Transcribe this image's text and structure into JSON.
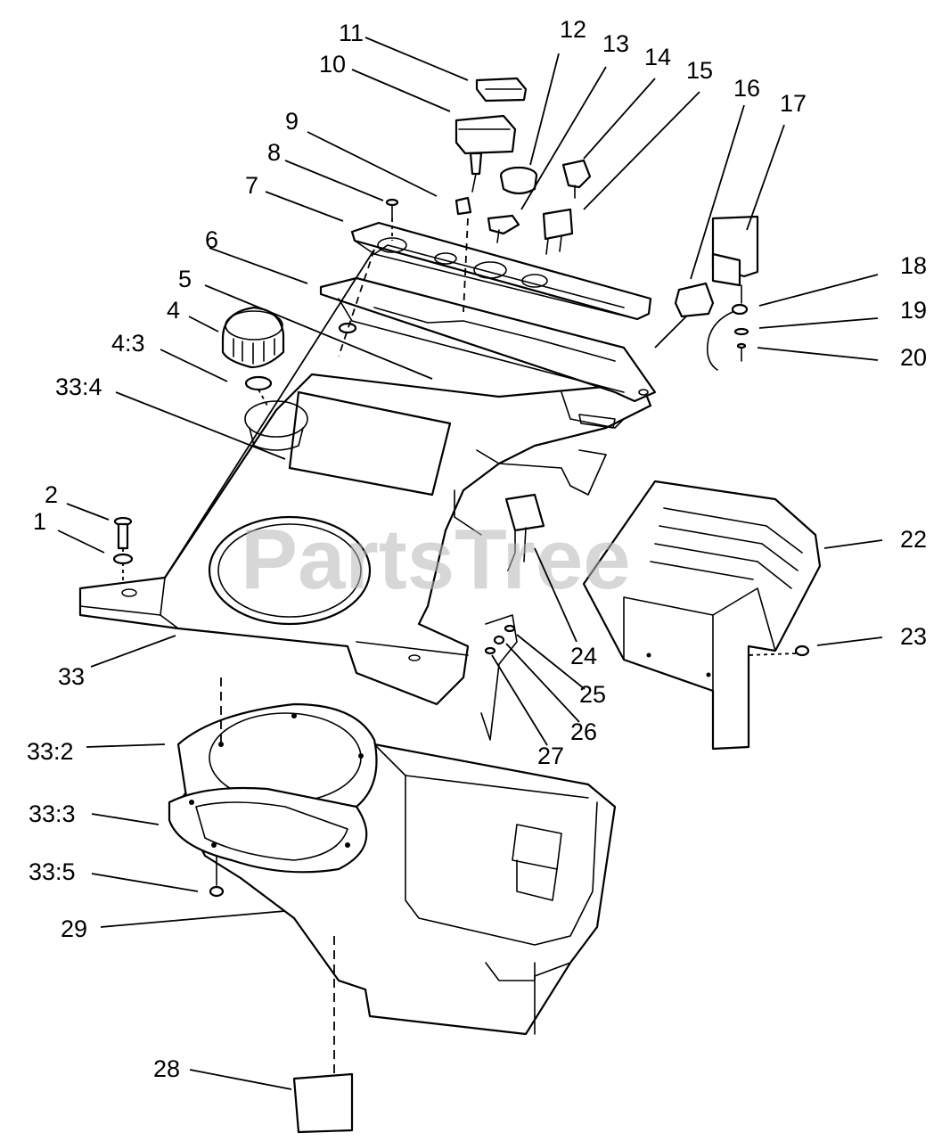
{
  "watermark": "PartsTree",
  "callouts": {
    "c1": "1",
    "c2": "2",
    "c4": "4",
    "c4_3": "4:3",
    "c5": "5",
    "c6": "6",
    "c7": "7",
    "c8": "8",
    "c9": "9",
    "c10": "10",
    "c11": "11",
    "c12": "12",
    "c13": "13",
    "c14": "14",
    "c15": "15",
    "c16": "16",
    "c17": "17",
    "c18": "18",
    "c19": "19",
    "c20": "20",
    "c22": "22",
    "c23": "23",
    "c24": "24",
    "c25": "25",
    "c26": "26",
    "c27": "27",
    "c28": "28",
    "c29": "29",
    "c33": "33",
    "c33_2": "33:2",
    "c33_3": "33:3",
    "c33_4": "33:4",
    "c33_5": "33:5"
  }
}
